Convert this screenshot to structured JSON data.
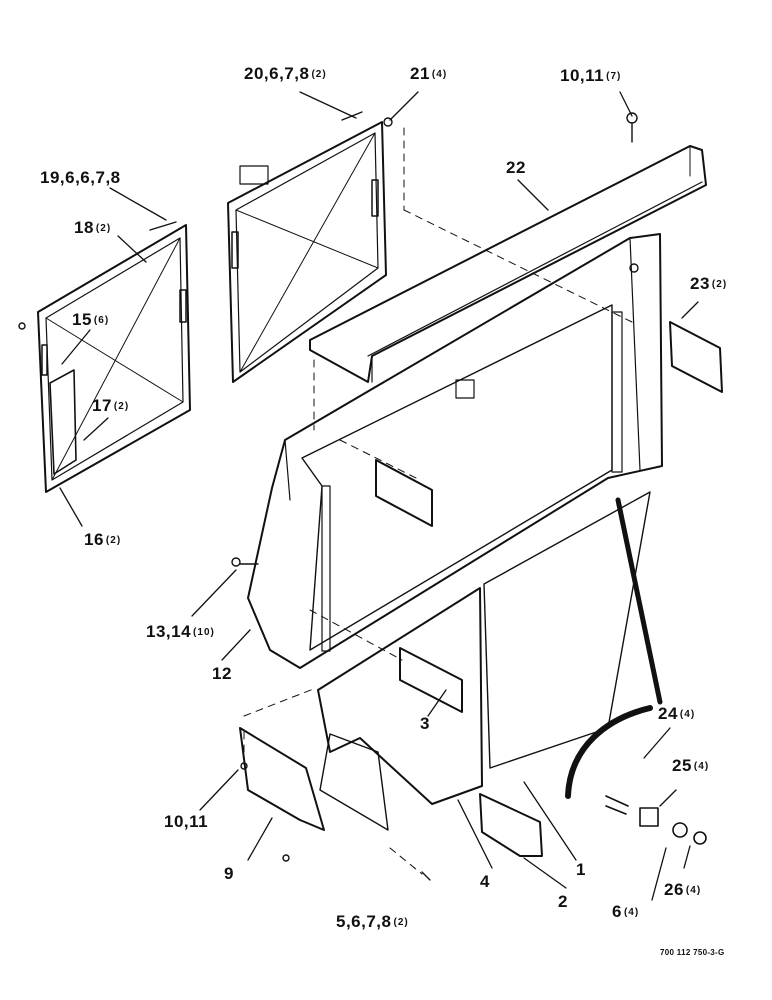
{
  "drawing_number": "700 112 750-3-G",
  "callouts": [
    {
      "id": "c1",
      "ref": "20,6,7,8",
      "qty": "(2)"
    },
    {
      "id": "c2",
      "ref": "21",
      "qty": "(4)"
    },
    {
      "id": "c3",
      "ref": "10,11",
      "qty": "(7)"
    },
    {
      "id": "c4",
      "ref": "19,6,6,7,8",
      "qty": ""
    },
    {
      "id": "c5",
      "ref": "22",
      "qty": ""
    },
    {
      "id": "c6",
      "ref": "18",
      "qty": "(2)"
    },
    {
      "id": "c7",
      "ref": "23",
      "qty": "(2)"
    },
    {
      "id": "c8",
      "ref": "15",
      "qty": "(6)"
    },
    {
      "id": "c9",
      "ref": "17",
      "qty": "(2)"
    },
    {
      "id": "c10",
      "ref": "16",
      "qty": "(2)"
    },
    {
      "id": "c11",
      "ref": "13,14",
      "qty": "(10)"
    },
    {
      "id": "c12",
      "ref": "12",
      "qty": ""
    },
    {
      "id": "c13",
      "ref": "3",
      "qty": ""
    },
    {
      "id": "c14",
      "ref": "24",
      "qty": "(4)"
    },
    {
      "id": "c15",
      "ref": "25",
      "qty": "(4)"
    },
    {
      "id": "c16",
      "ref": "10,11",
      "qty": ""
    },
    {
      "id": "c17",
      "ref": "1",
      "qty": ""
    },
    {
      "id": "c18",
      "ref": "9",
      "qty": ""
    },
    {
      "id": "c19",
      "ref": "4",
      "qty": ""
    },
    {
      "id": "c20",
      "ref": "2",
      "qty": ""
    },
    {
      "id": "c21",
      "ref": "26",
      "qty": "(4)"
    },
    {
      "id": "c22",
      "ref": "6",
      "qty": "(4)"
    },
    {
      "id": "c23",
      "ref": "5,6,7,8",
      "qty": "(2)"
    }
  ]
}
